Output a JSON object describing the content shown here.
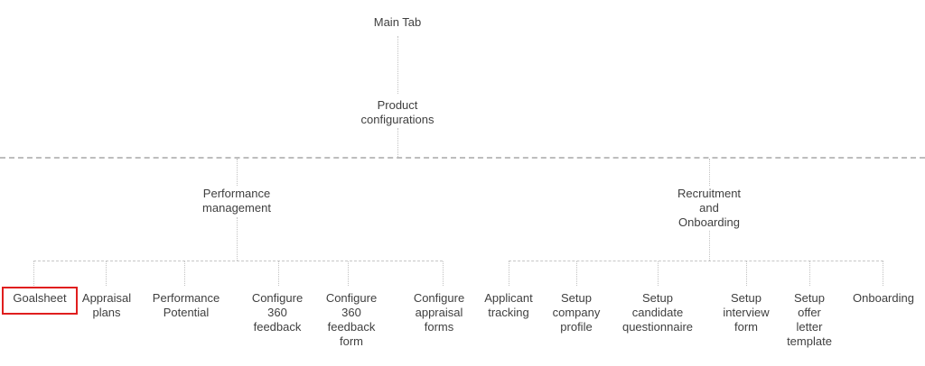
{
  "diagram": {
    "root": {
      "label": "Main Tab"
    },
    "config_node": {
      "label": "Product\nconfigurations"
    },
    "branches": [
      {
        "label": "Performance\nmanagement",
        "children": [
          {
            "label": "Goalsheet",
            "highlighted": true
          },
          {
            "label": "Appraisal\nplans"
          },
          {
            "label": "Performance\nPotential"
          },
          {
            "label": "Configure\n360\nfeedback"
          },
          {
            "label": "Configure\n360\nfeedback\nform"
          },
          {
            "label": "Configure\nappraisal\nforms"
          }
        ]
      },
      {
        "label": "Recruitment\nand\nOnboarding",
        "children": [
          {
            "label": "Applicant\ntracking"
          },
          {
            "label": "Setup\ncompany\nprofile"
          },
          {
            "label": "Setup\ncandidate\nquestionnaire"
          },
          {
            "label": "Setup\ninterview\nform"
          },
          {
            "label": "Setup\noffer\nletter\ntemplate"
          },
          {
            "label": "Onboarding"
          }
        ]
      }
    ],
    "colors": {
      "text": "#3f3f3f",
      "connector": "#c2c2c2",
      "highlight": "#e01e1e"
    }
  }
}
